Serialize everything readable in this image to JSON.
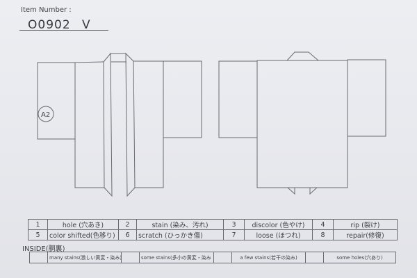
{
  "header": {
    "item_number_label": "Item Number :",
    "item_number_value": "O0902  V"
  },
  "drawings": {
    "front_view": {
      "annotation": "A2"
    },
    "back_view": {}
  },
  "defect_legend": {
    "rows": [
      [
        {
          "num": "1",
          "label": "hole (穴あき)"
        },
        {
          "num": "2",
          "label": "stain (染み、汚れ)"
        },
        {
          "num": "3",
          "label": "discolor (色やけ)"
        },
        {
          "num": "4",
          "label": "rip (裂け)"
        }
      ],
      [
        {
          "num": "5",
          "label": "color shifted(色移り)"
        },
        {
          "num": "6",
          "label": "scratch (ひっかき傷)"
        },
        {
          "num": "7",
          "label": "loose (ほつれ)"
        },
        {
          "num": "8",
          "label": "repair(修復)"
        }
      ]
    ]
  },
  "inside": {
    "label": "INSIDE(胴裏)",
    "options": [
      {
        "checkbox": "",
        "label": "many stains(激しい黄変・染み)"
      },
      {
        "checkbox": "",
        "label": "some stains(多小の黄変・染み"
      },
      {
        "checkbox": "",
        "label": "a few stains(若干の染み)"
      },
      {
        "checkbox": "",
        "label": "some holes(穴あり)"
      }
    ]
  }
}
